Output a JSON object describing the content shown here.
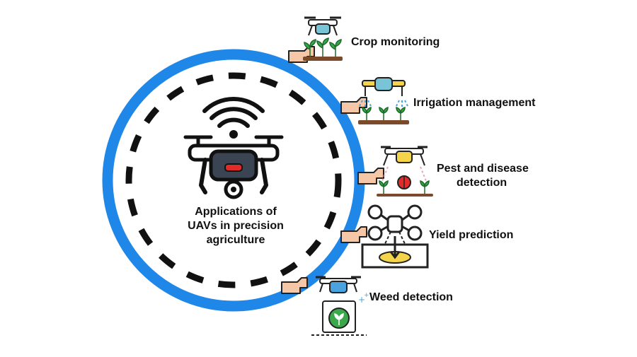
{
  "colors": {
    "ring": "#1f87e8",
    "dash": "#111111",
    "outline": "#222222",
    "hand": "#f6c7a6",
    "red": "#e12b2b",
    "gray": "#ffffff",
    "teal": "#79c4d6",
    "blue": "#4aa3df",
    "yellow": "#f3d44b",
    "green": "#3aa84b",
    "soil": "#7a4a2a",
    "pink": "#e4a6c6"
  },
  "center": {
    "title_lines": [
      "Applications of",
      "UAVs in precision",
      "agriculture"
    ],
    "icon": "drone-wifi-icon"
  },
  "applications": [
    {
      "label": "Crop monitoring",
      "icon": "drone-crop-icon"
    },
    {
      "label": "Irrigation management",
      "icon": "drone-sprinkler-icon"
    },
    {
      "label": "Pest and disease",
      "label2": "detection",
      "icon": "drone-pest-icon"
    },
    {
      "label": "Yield prediction",
      "icon": "drone-yield-icon"
    },
    {
      "label": "Weed detection",
      "icon": "drone-weed-icon"
    }
  ]
}
